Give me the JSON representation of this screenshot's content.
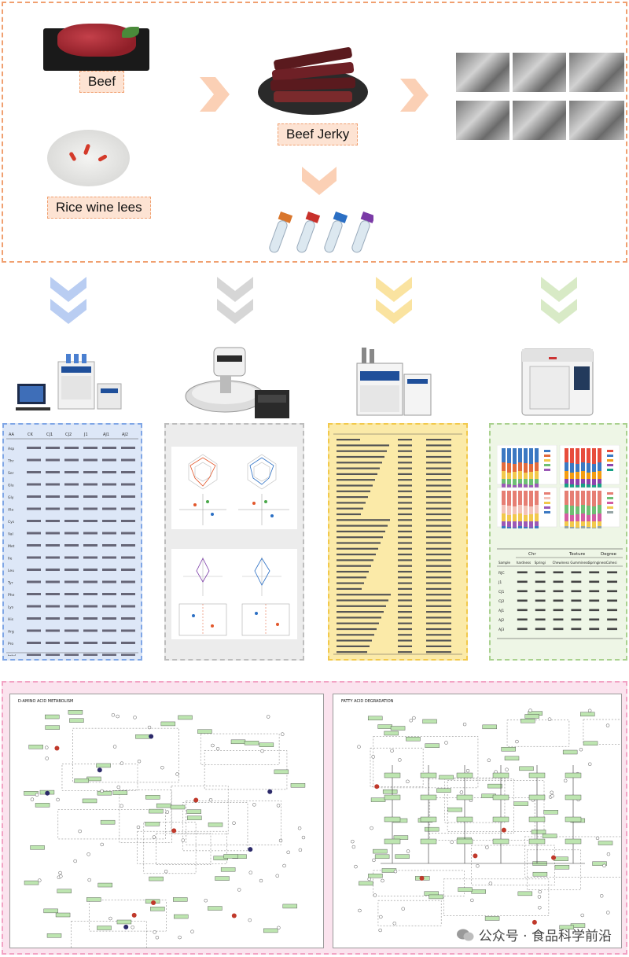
{
  "top": {
    "beef_label": "Beef",
    "jerky_label": "Beef Jerky",
    "lees_label": "Rice wine lees"
  },
  "middle": {
    "instruments": [
      {
        "name": "amino-acid-analyzer",
        "color": "#9fb8e8"
      },
      {
        "name": "electronic-nose",
        "color": "#c8c8c8"
      },
      {
        "name": "gc-ms",
        "color": "#f6dd8a"
      },
      {
        "name": "sequencer",
        "color": "#cbe3b0"
      }
    ],
    "amino_table": {
      "headers": [
        "AA",
        "CK",
        "CJ1",
        "CJ2",
        "J1",
        "AJ1",
        "AJ2"
      ],
      "rows": [
        "Asp",
        "Thr",
        "Ser",
        "Glu",
        "Gly",
        "Ala",
        "Cys",
        "Val",
        "Met",
        "Ile",
        "Leu",
        "Tyr",
        "Phe",
        "Lys",
        "His",
        "Arg",
        "Pro",
        "total"
      ]
    },
    "sensory_table": {
      "group_headers": [
        "Chr",
        "Texture",
        "Degree"
      ],
      "headers": [
        "Sample",
        "hardness",
        "Springi",
        "Chewiness",
        "Gumminess",
        "Springiness",
        "Cohesi"
      ],
      "rows": [
        "RJC",
        "J1",
        "CJ1",
        "CJ2",
        "AJ1",
        "AJ2",
        "AJ3"
      ]
    }
  },
  "bottom": {
    "left_title": "D-AMINO ACID METABOLISM",
    "right_title": "FATTY ACID DEGRADATION"
  },
  "watermark": {
    "text": "公众号 · 食品科学前沿"
  },
  "colors": {
    "top_border": "#f0a070",
    "blue": "#7fa6e6",
    "gray": "#bdbdbd",
    "yellow": "#f2c94c",
    "green": "#a9d18e",
    "pink": "#f7c6d9"
  }
}
